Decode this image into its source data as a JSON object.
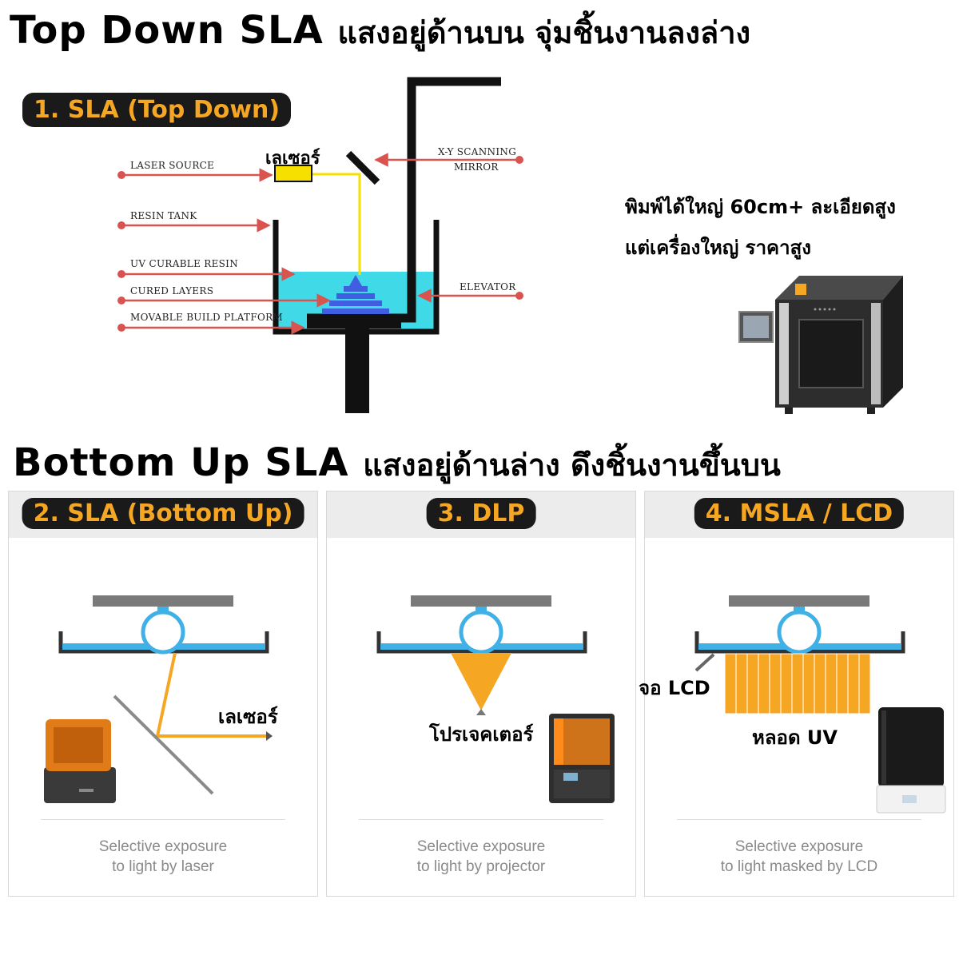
{
  "top": {
    "title_en": "Top Down SLA",
    "title_th": "แสงอยู่ด้านบน จุ่มชิ้นงานลงล่าง",
    "badge": "1. SLA (Top Down)",
    "laser_th": "เลเซอร์",
    "labels": {
      "laser_source": "LASER SOURCE",
      "resin_tank": "RESIN TANK",
      "uv_resin": "UV CURABLE RESIN",
      "cured_layers": "CURED LAYERS",
      "platform": "MOVABLE BUILD PLATFORM",
      "mirror_1": "X-Y SCANNING",
      "mirror_2": "MIRROR",
      "elevator": "ELEVATOR"
    },
    "note_1": "พิมพ์ได้ใหญ่ 60cm+ ละเอียดสูง",
    "note_2": "แต่เครื่องใหญ่ ราคาสูง"
  },
  "bottom": {
    "title_en": "Bottom Up SLA",
    "title_th": "แสงอยู่ด้านล่าง ดึงชิ้นงานขึ้นบน",
    "panels": [
      {
        "badge": "2. SLA (Bottom Up)",
        "label": "เลเซอร์",
        "caption_1": "Selective exposure",
        "caption_2": "to light by laser"
      },
      {
        "badge": "3. DLP",
        "label": "โปรเจคเตอร์",
        "caption_1": "Selective exposure",
        "caption_2": "to light by projector"
      },
      {
        "badge": "4. MSLA / LCD",
        "label_lcd": "จอ LCD",
        "label_uv": "หลอด UV",
        "caption_1": "Selective exposure",
        "caption_2": "to light masked by LCD"
      }
    ]
  },
  "colors": {
    "arrow": "#d9534f",
    "resin": "#3fd9e8",
    "layers": "#3f5fe0",
    "laser": "#f5e000",
    "orange": "#f5a623",
    "gray": "#8a8a8a"
  }
}
